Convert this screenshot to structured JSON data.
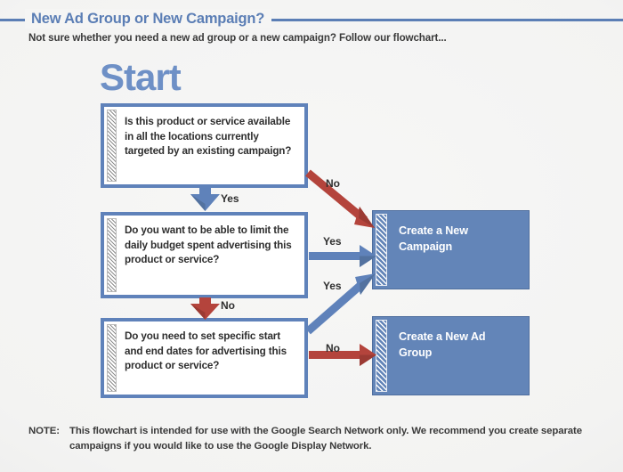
{
  "header": {
    "title": "New Ad Group or New Campaign?",
    "subtitle": "Not sure whether you need a new ad group or a new campaign? Follow our flowchart...",
    "rule_color": "#5b7eb5"
  },
  "flowchart": {
    "start_label": "Start",
    "questions": [
      {
        "id": "q1",
        "text": "Is this product or service available in all the locations currently targeted by an existing campaign?"
      },
      {
        "id": "q2",
        "text": "Do you want to be able to limit the daily budget spent advertising this product or service?"
      },
      {
        "id": "q3",
        "text": "Do you need to set specific start and end dates for advertising this product or service?"
      }
    ],
    "results": [
      {
        "id": "campaign",
        "text": "Create a New Campaign"
      },
      {
        "id": "adgroup",
        "text": "Create a New Ad Group"
      }
    ],
    "connectors": [
      {
        "id": "yes1",
        "label": "Yes",
        "from": "q1",
        "to": "q2",
        "color": "#5f82ba"
      },
      {
        "id": "no1",
        "label": "No",
        "from": "q1",
        "to": "campaign",
        "color": "#b4443c"
      },
      {
        "id": "yes2",
        "label": "Yes",
        "from": "q2",
        "to": "campaign",
        "color": "#5f82ba"
      },
      {
        "id": "no2",
        "label": "No",
        "from": "q2",
        "to": "q3",
        "color": "#b4443c"
      },
      {
        "id": "yes3",
        "label": "Yes",
        "from": "q3",
        "to": "campaign",
        "color": "#5f82ba"
      },
      {
        "id": "no3",
        "label": "No",
        "from": "q3",
        "to": "adgroup",
        "color": "#b4443c"
      }
    ],
    "colors": {
      "box_border": "#5f82ba",
      "box_fill": "#ffffff",
      "result_fill": "#6385b8",
      "arrow_blue": "#5f82ba",
      "arrow_red": "#b4443c",
      "start_text": "#6e90c6",
      "background": "#f3f3f2"
    }
  },
  "note": {
    "label": "NOTE:",
    "text": "This flowchart is intended for use with the Google Search Network only. We recommend you create separate campaigns if you would like to use the Google Display Network."
  }
}
